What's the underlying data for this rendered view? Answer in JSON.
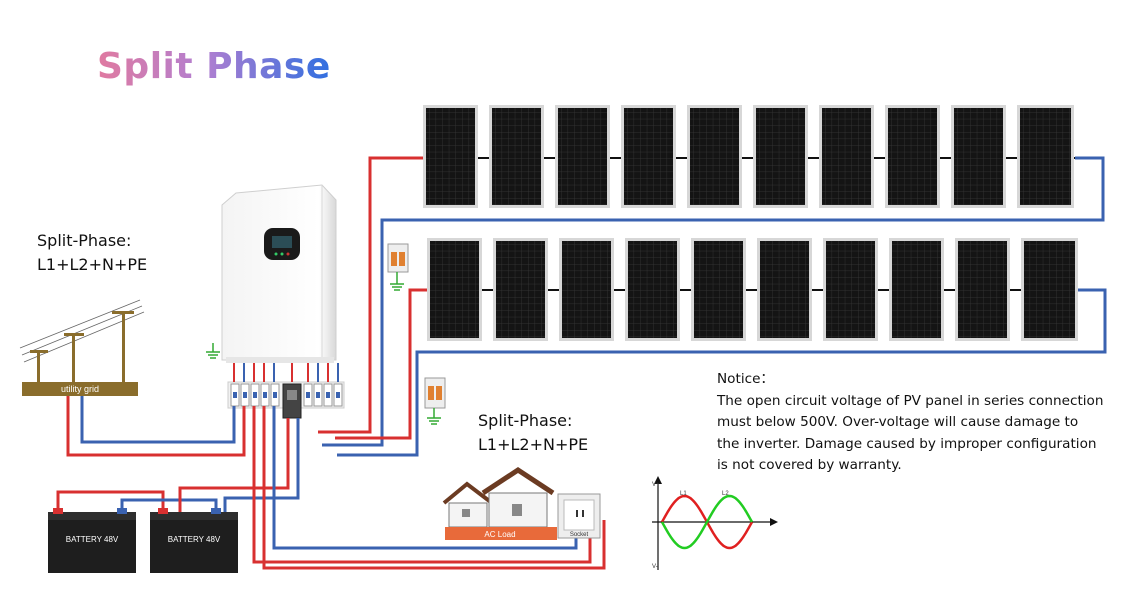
{
  "title": "Split Phase",
  "grid_spec": {
    "line1": "Split-Phase:",
    "line2": "L1+L2+N+PE"
  },
  "load_spec": {
    "line1": "Split-Phase:",
    "line2": "L1+L2+N+PE"
  },
  "labels": {
    "utility_grid": "utility grid",
    "battery_1": "BATTERY 48V",
    "battery_2": "BATTERY 48V",
    "ac_load": "AC Load",
    "socket": "Socket"
  },
  "waveform": {
    "v_plus": "V+",
    "v_minus": "V-",
    "l1": "L1",
    "l2": "L2",
    "l1_color": "#e02020",
    "l2_color": "#22cc22"
  },
  "notice": {
    "heading": "Notice：",
    "lines": [
      "The open circuit voltage of PV panel in series connection",
      "must below 500V. Over-voltage will cause damage to",
      "the inverter. Damage caused by improper configuration",
      "is not covered by warranty."
    ]
  },
  "colors": {
    "positive_wire": "#d83030",
    "negative_wire": "#3a62b0",
    "title_start": "#e07aa0",
    "title_end": "#2f6fe0"
  }
}
